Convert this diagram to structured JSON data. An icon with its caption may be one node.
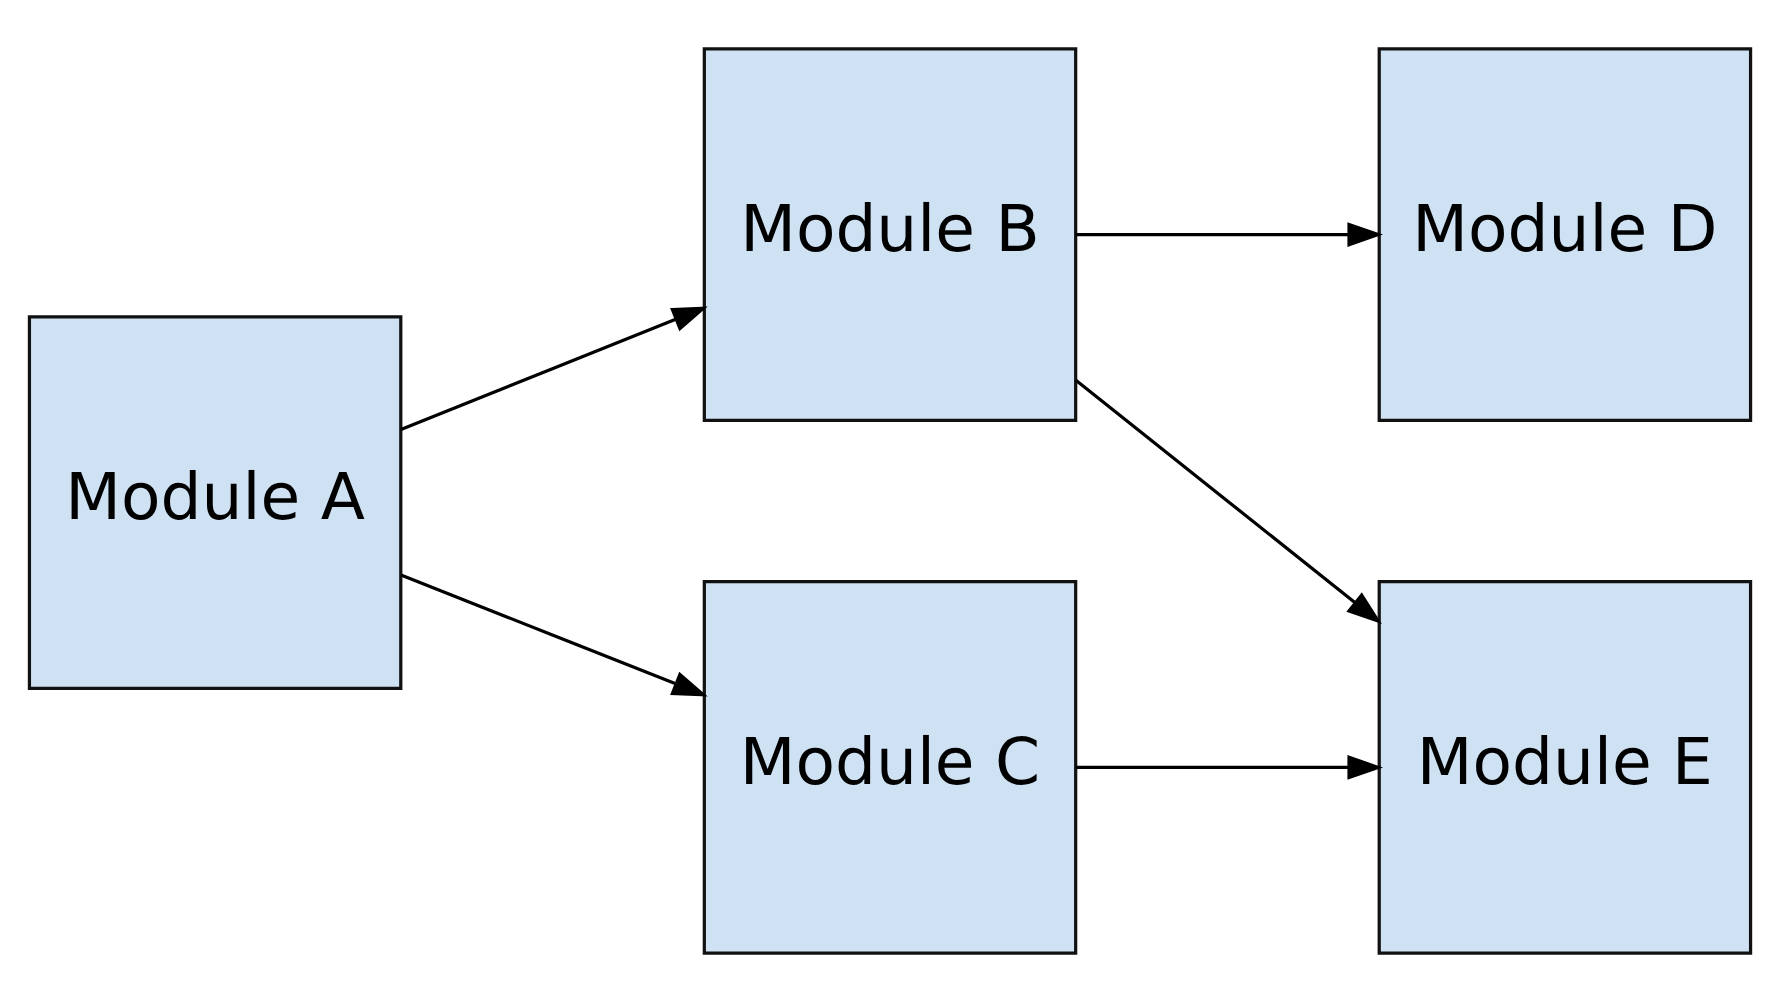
{
  "diagram": {
    "nodes": [
      {
        "text": [
          "Module A"
        ]
      },
      {
        "text": [
          "Module B"
        ]
      },
      {
        "text": [
          "Module D"
        ]
      },
      {
        "text": [
          "Module C"
        ]
      },
      {
        "text": [
          "Module E"
        ]
      }
    ],
    "edges": [
      {
        "from": 0,
        "to": 1,
        "arrow": "to"
      },
      {
        "from": 0,
        "to": 3,
        "arrow": "to"
      },
      {
        "from": 1,
        "to": 2,
        "arrow": "to"
      },
      {
        "from": 1,
        "to": 4,
        "arrow": "to"
      },
      {
        "from": 3,
        "to": 4,
        "arrow": "to"
      }
    ]
  }
}
